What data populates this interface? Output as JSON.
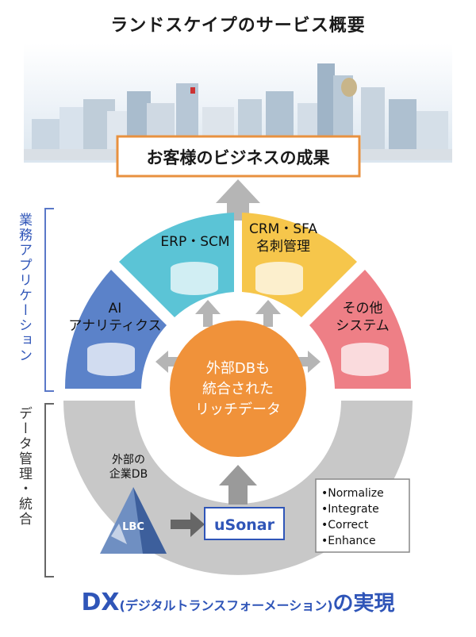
{
  "title": "ランドスケイプのサービス概要",
  "outcome": "お客様のビジネスの成果",
  "side_labels": {
    "top": "業務アプリケーション",
    "bottom": "データ管理・統合"
  },
  "segments": {
    "ai": [
      "AI",
      "アナリティクス"
    ],
    "erp": [
      "ERP・SCM"
    ],
    "crm": [
      "CRM・SFA",
      "名刺管理"
    ],
    "other": [
      "その他",
      "システム"
    ]
  },
  "center": [
    "外部DBも",
    "統合された",
    "リッチデータ"
  ],
  "external_db": [
    "外部の",
    "企業DB"
  ],
  "lbc_logo": "LBC",
  "usonar": "uSonar",
  "features": [
    "•Normalize",
    "•Integrate",
    "•Correct",
    "•Enhance"
  ],
  "bottom": {
    "dx": "DX",
    "paren": "(デジタルトランスフォーメーション)",
    "tail": "の実現"
  },
  "colors": {
    "ai": "#5b82c9",
    "erp": "#5bc4d6",
    "crm": "#f6c64b",
    "other": "#ee7f86",
    "center": "#f0923a",
    "ring": "#c8c8c8",
    "accent": "#2f55b8"
  }
}
